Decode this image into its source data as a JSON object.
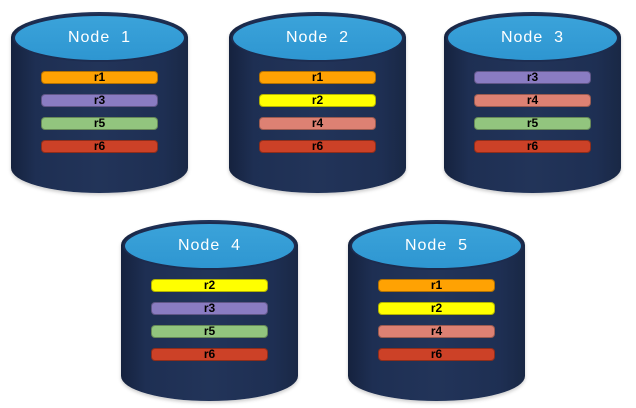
{
  "nodes": [
    {
      "label": "Node  1",
      "replicas": [
        "r1",
        "r3",
        "r5",
        "r6"
      ]
    },
    {
      "label": "Node  2",
      "replicas": [
        "r1",
        "r2",
        "r4",
        "r6"
      ]
    },
    {
      "label": "Node  3",
      "replicas": [
        "r3",
        "r4",
        "r5",
        "r6"
      ]
    },
    {
      "label": "Node  4",
      "replicas": [
        "r2",
        "r3",
        "r5",
        "r6"
      ]
    },
    {
      "label": "Node  5",
      "replicas": [
        "r1",
        "r2",
        "r4",
        "r6"
      ]
    }
  ],
  "colors": {
    "cylinder_body": "#1E2F53",
    "cylinder_top": "#2F9BD5",
    "cylinder_outline": "#1D2C4F",
    "title_text": "#FFFFFF",
    "bar_label_text": "#000000",
    "replica_colors": {
      "r1": "#FFA203",
      "r2": "#FFFF00",
      "r3": "#8A7CC2",
      "r4": "#DD8173",
      "r5": "#92C57E",
      "r6": "#CC4127"
    }
  }
}
